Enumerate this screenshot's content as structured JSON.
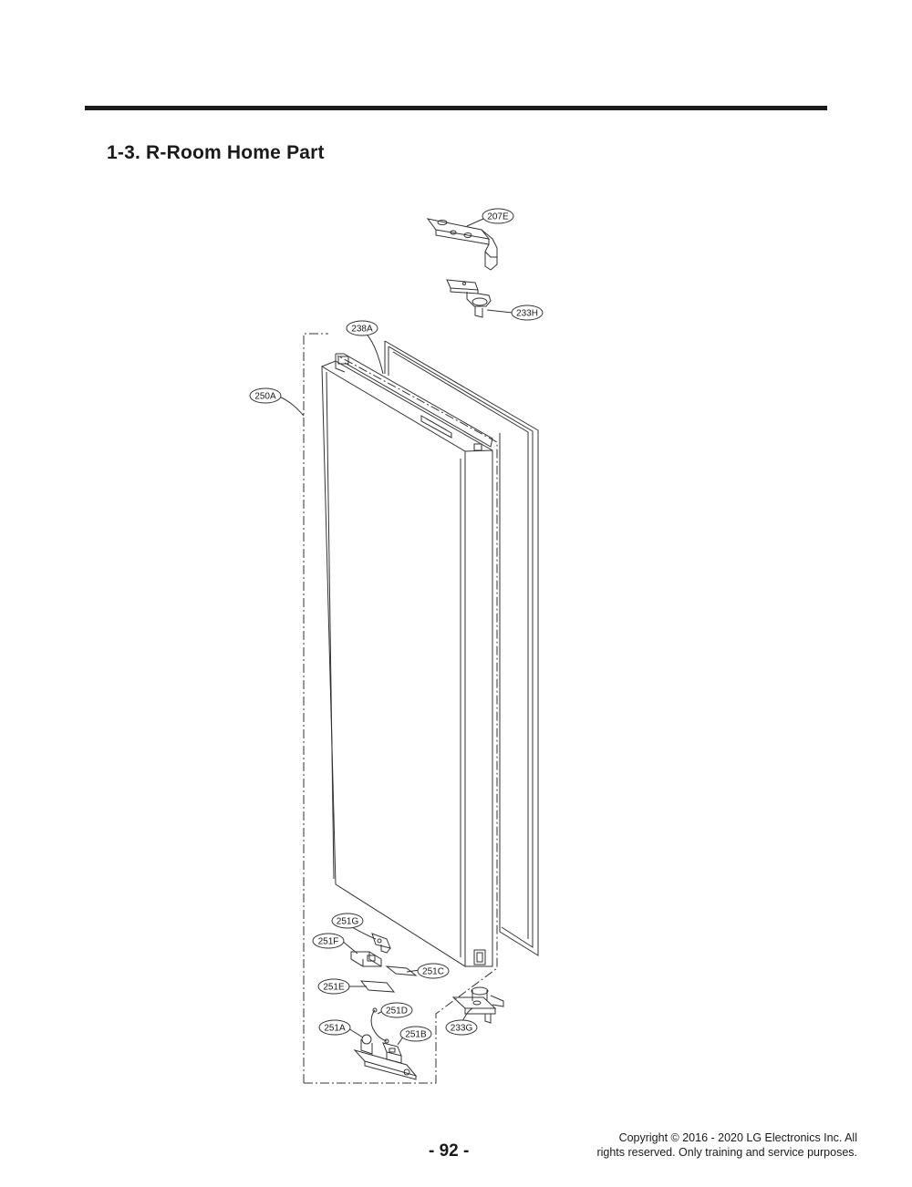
{
  "header": {
    "title": "1-3. R-Room Home Part"
  },
  "diagram": {
    "callouts": {
      "c207E": "207E",
      "c233H": "233H",
      "c238A": "238A",
      "c250A": "250A",
      "c251G": "251G",
      "c251F": "251F",
      "c251C": "251C",
      "c251E": "251E",
      "c251D": "251D",
      "c251A": "251A",
      "c251B": "251B",
      "c233G": "233G"
    }
  },
  "footer": {
    "page_number": "- 92 -",
    "copyright_line1": "Copyright © 2016 - 2020 LG Electronics Inc. All",
    "copyright_line2": "rights reserved. Only training and service purposes."
  }
}
